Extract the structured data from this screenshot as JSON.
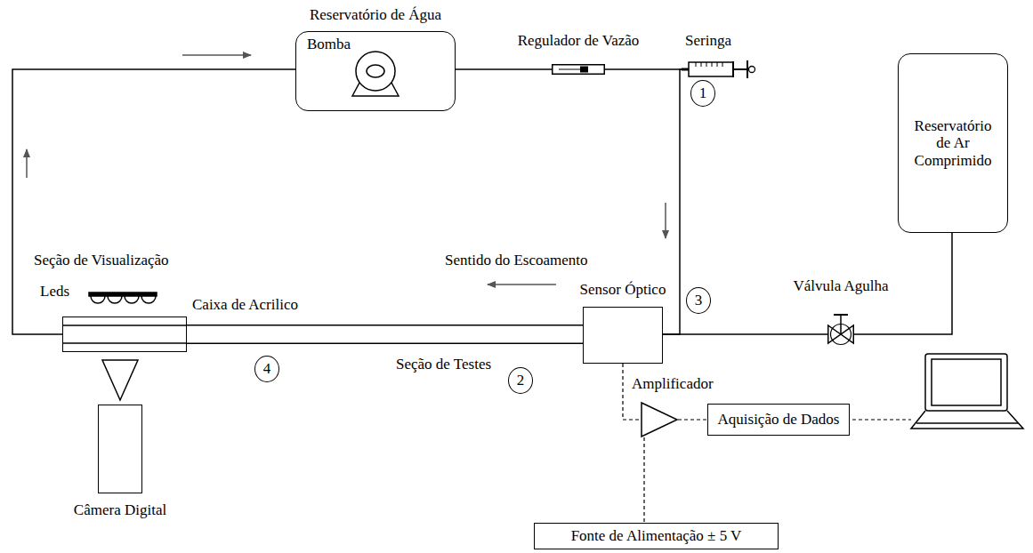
{
  "diagram": {
    "nodes": [
      {
        "text": [
          "Reservatório de Água",
          "Bomba"
        ]
      },
      {
        "text": [
          "Regulador de Vazão"
        ]
      },
      {
        "text": [
          "Seringa"
        ]
      },
      {
        "text": [
          "1"
        ]
      },
      {
        "text": [
          "Reservatório de Ar Comprimido"
        ]
      },
      {
        "text": [
          "Válvula Agulha"
        ]
      },
      {
        "text": [
          "3"
        ]
      },
      {
        "text": [
          "Sensor Óptico"
        ]
      },
      {
        "text": [
          "Caixa de Acrilico"
        ]
      },
      {
        "text": [
          "4"
        ]
      },
      {
        "text": [
          "2"
        ]
      },
      {
        "text": [
          "Câmera Digital"
        ]
      },
      {
        "text": [
          "Amplificador"
        ]
      },
      {
        "text": [
          "Aquisição de Dados"
        ]
      },
      {
        "text": [
          "Fonte de Alimentação ± 5 V"
        ]
      }
    ],
    "edges": [
      {
        "from": 8,
        "to": 0,
        "arrow": "none"
      },
      {
        "from": 0,
        "to": 1,
        "arrow": "none"
      },
      {
        "from": 1,
        "to": 2,
        "arrow": "none"
      },
      {
        "from": 2,
        "to": 7,
        "arrow": "none"
      },
      {
        "from": 4,
        "to": 5,
        "arrow": "none"
      },
      {
        "from": 5,
        "to": 7,
        "arrow": "none"
      },
      {
        "from": 7,
        "to": 8,
        "arrow": "none"
      },
      {
        "from": 7,
        "to": 12,
        "arrow": "none"
      },
      {
        "from": 12,
        "to": 13,
        "arrow": "none"
      },
      {
        "from": 12,
        "to": 14,
        "arrow": "none"
      }
    ],
    "labels": [
      "Seção de Visualização",
      "Sentido do Escoamento",
      "Leds",
      "Seção de Testes"
    ]
  }
}
